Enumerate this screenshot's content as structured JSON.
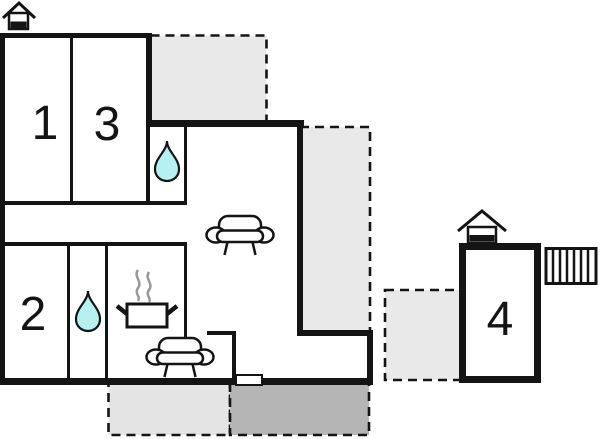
{
  "plan": {
    "background": "#ffffff",
    "rooms": {
      "r1": {
        "label": "1"
      },
      "r2": {
        "label": "2"
      },
      "r3": {
        "label": "3"
      },
      "r4": {
        "label": "4"
      }
    },
    "colors": {
      "wall": "#141414",
      "terrace_light": "#e9e9e9",
      "terrace_bottom_left": "#e4e4e4",
      "terrace_bottom_right": "#b5b5b5",
      "water_drop": "#b5f1f1",
      "steam": "#999999",
      "door_marker": "#ffffff"
    },
    "icons": [
      {
        "name": "entrance-house-icon",
        "location": "top-left"
      },
      {
        "name": "entrance-house-icon",
        "location": "above-room-4"
      },
      {
        "name": "water-drop-icon",
        "location": "upper-bathroom"
      },
      {
        "name": "water-drop-icon",
        "location": "lower-bathroom"
      },
      {
        "name": "stove-pot-icon",
        "location": "kitchen"
      },
      {
        "name": "sofa-icon",
        "location": "living-room"
      },
      {
        "name": "sofa-icon",
        "location": "entry"
      },
      {
        "name": "stairs-icon",
        "location": "right-of-room-4"
      },
      {
        "name": "door-marker-icon",
        "location": "bottom-wall"
      }
    ]
  }
}
